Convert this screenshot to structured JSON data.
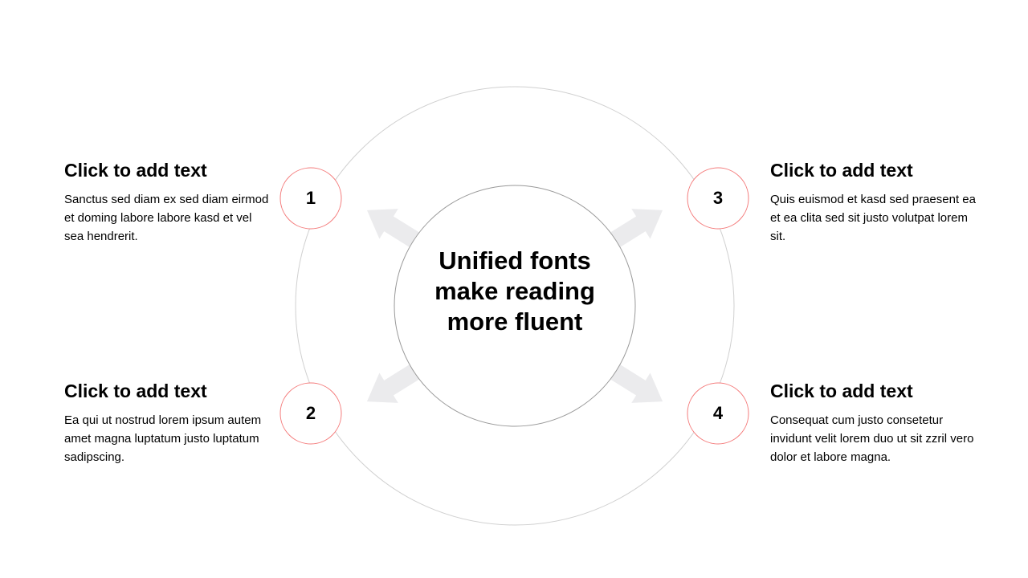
{
  "center": {
    "title": "Unified fonts make reading more fluent"
  },
  "items": [
    {
      "number": "1",
      "heading": "Click to add text",
      "body": "Sanctus sed diam ex sed diam eirmod et doming labore labore kasd et vel sea hendrerit."
    },
    {
      "number": "2",
      "heading": "Click to add text",
      "body": "Ea qui ut nostrud lorem ipsum autem amet magna luptatum justo luptatum sadipscing."
    },
    {
      "number": "3",
      "heading": "Click to add text",
      "body": "Quis euismod et kasd sed praesent ea et ea clita sed sit justo volutpat lorem sit."
    },
    {
      "number": "4",
      "heading": "Click to add text",
      "body": "Consequat cum justo consetetur invidunt velit lorem duo ut sit zzril vero dolor et labore magna."
    }
  ],
  "colors": {
    "accent": "#f47c7c",
    "arrow": "#ebebed",
    "ring": "#d0d0d0",
    "inner_ring": "#999999"
  }
}
